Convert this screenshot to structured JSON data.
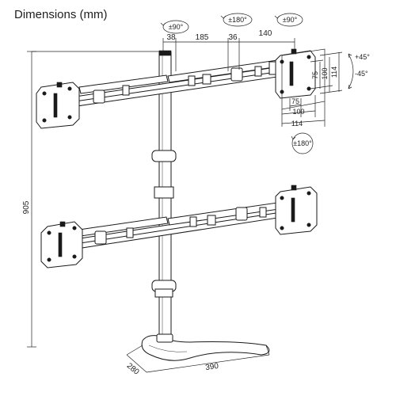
{
  "title": "Dimensions (mm)",
  "dims": {
    "arm_offset": "38",
    "arm_segment1": "185",
    "arm_joint": "36",
    "arm_segment2": "140",
    "vesa_width_75": "75",
    "vesa_width_100": "100",
    "vesa_width_114": "114",
    "vesa_height_75": "75",
    "vesa_height_100": "100",
    "vesa_height_114": "114",
    "pole_height": "905",
    "base_depth": "280",
    "base_width": "390"
  },
  "rotations": {
    "arm_left": "±90°",
    "arm_middle": "±180°",
    "arm_right": "±90°",
    "tilt_up": "+45°",
    "tilt_down": "-45°",
    "rotate_plate": "±180°"
  }
}
